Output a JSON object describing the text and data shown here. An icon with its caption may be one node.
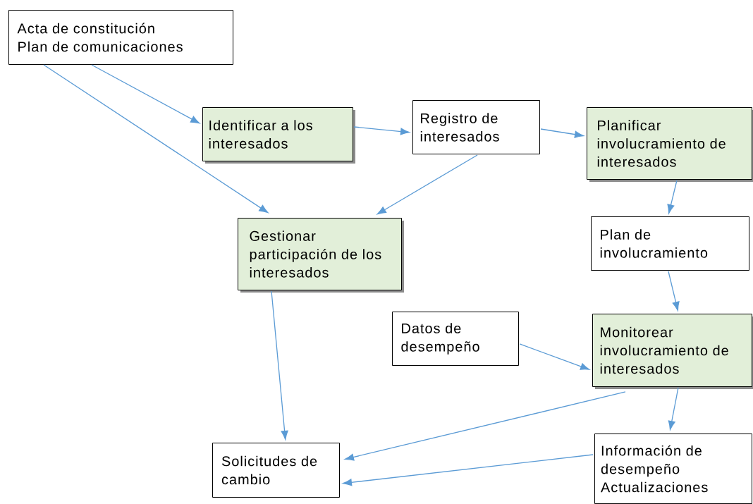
{
  "diagram": {
    "nodes": [
      {
        "text": [
          "Acta de constitución",
          "Plan de comunicaciones"
        ]
      },
      {
        "text": [
          "Identificar a los interesados"
        ]
      },
      {
        "text": [
          "Registro de interesados"
        ]
      },
      {
        "text": [
          "Planificar involucramiento de interesados"
        ]
      },
      {
        "text": [
          "Gestionar participación de los interesados"
        ]
      },
      {
        "text": [
          "Plan de involucramiento"
        ]
      },
      {
        "text": [
          "Datos de desempeño"
        ]
      },
      {
        "text": [
          "Monitorear involucramiento de interesados"
        ]
      },
      {
        "text": [
          "Solicitudes de cambio"
        ]
      },
      {
        "text": [
          "Información de desempeño",
          "Actualizaciones"
        ]
      }
    ],
    "edges": [
      {
        "from": 0,
        "to": 1,
        "arrow": "to"
      },
      {
        "from": 0,
        "to": 4,
        "arrow": "to"
      },
      {
        "from": 1,
        "to": 2,
        "arrow": "to"
      },
      {
        "from": 2,
        "to": 3,
        "arrow": "to"
      },
      {
        "from": 2,
        "to": 4,
        "arrow": "to"
      },
      {
        "from": 3,
        "to": 5,
        "arrow": "to"
      },
      {
        "from": 5,
        "to": 7,
        "arrow": "to"
      },
      {
        "from": 6,
        "to": 7,
        "arrow": "to"
      },
      {
        "from": 4,
        "to": 8,
        "arrow": "to"
      },
      {
        "from": 7,
        "to": 8,
        "arrow": "to"
      },
      {
        "from": 7,
        "to": 9,
        "arrow": "to"
      },
      {
        "from": 9,
        "to": 8,
        "arrow": "to"
      }
    ]
  }
}
